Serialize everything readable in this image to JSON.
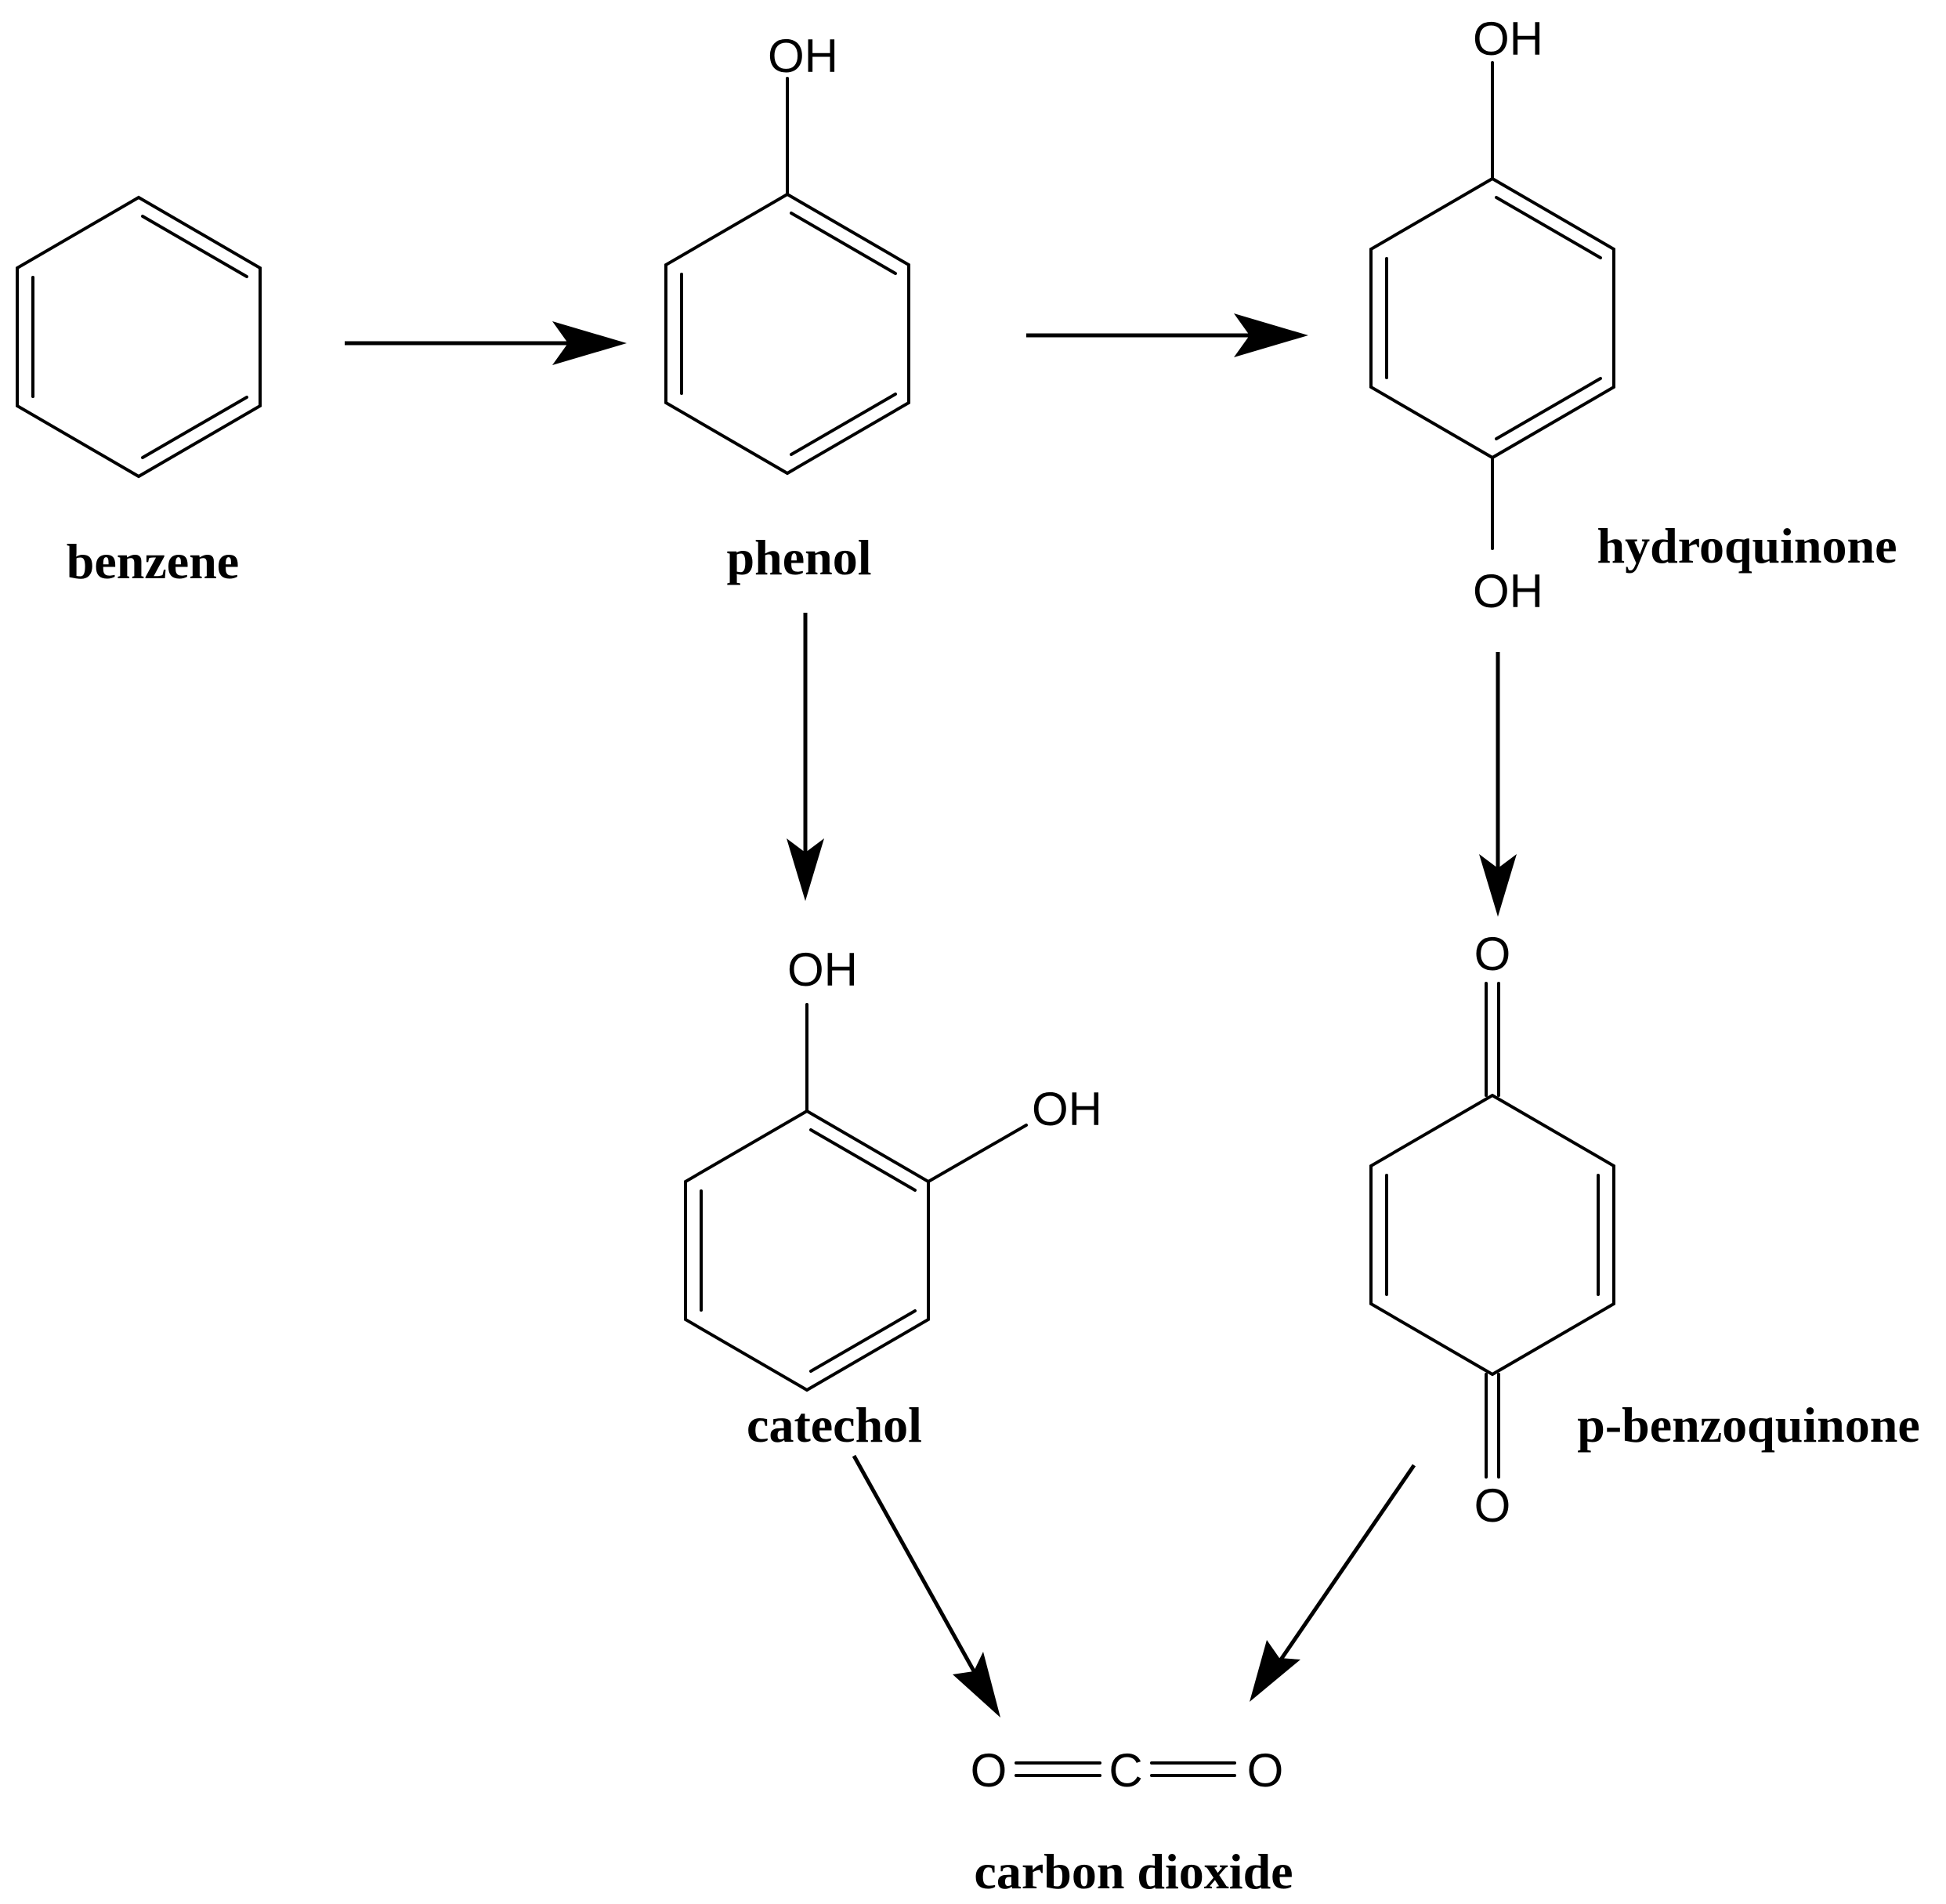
{
  "compounds": {
    "benzene": {
      "name": "benzene"
    },
    "phenol": {
      "name": "phenol",
      "oh": "OH"
    },
    "hydroquinone": {
      "name": "hydroquinone",
      "oh_top": "OH",
      "oh_bottom": "OH"
    },
    "catechol": {
      "name": "catechol",
      "oh_1": "OH",
      "oh_2": "OH"
    },
    "p_benzoquinone": {
      "name": "p-benzoquinone",
      "o_top": "O",
      "o_bottom": "O"
    },
    "carbon_dioxide": {
      "name": "carbon dioxide",
      "o_left": "O",
      "c": "C",
      "o_right": "O"
    }
  },
  "colors": {
    "ink": "#000000",
    "background": "#ffffff"
  }
}
